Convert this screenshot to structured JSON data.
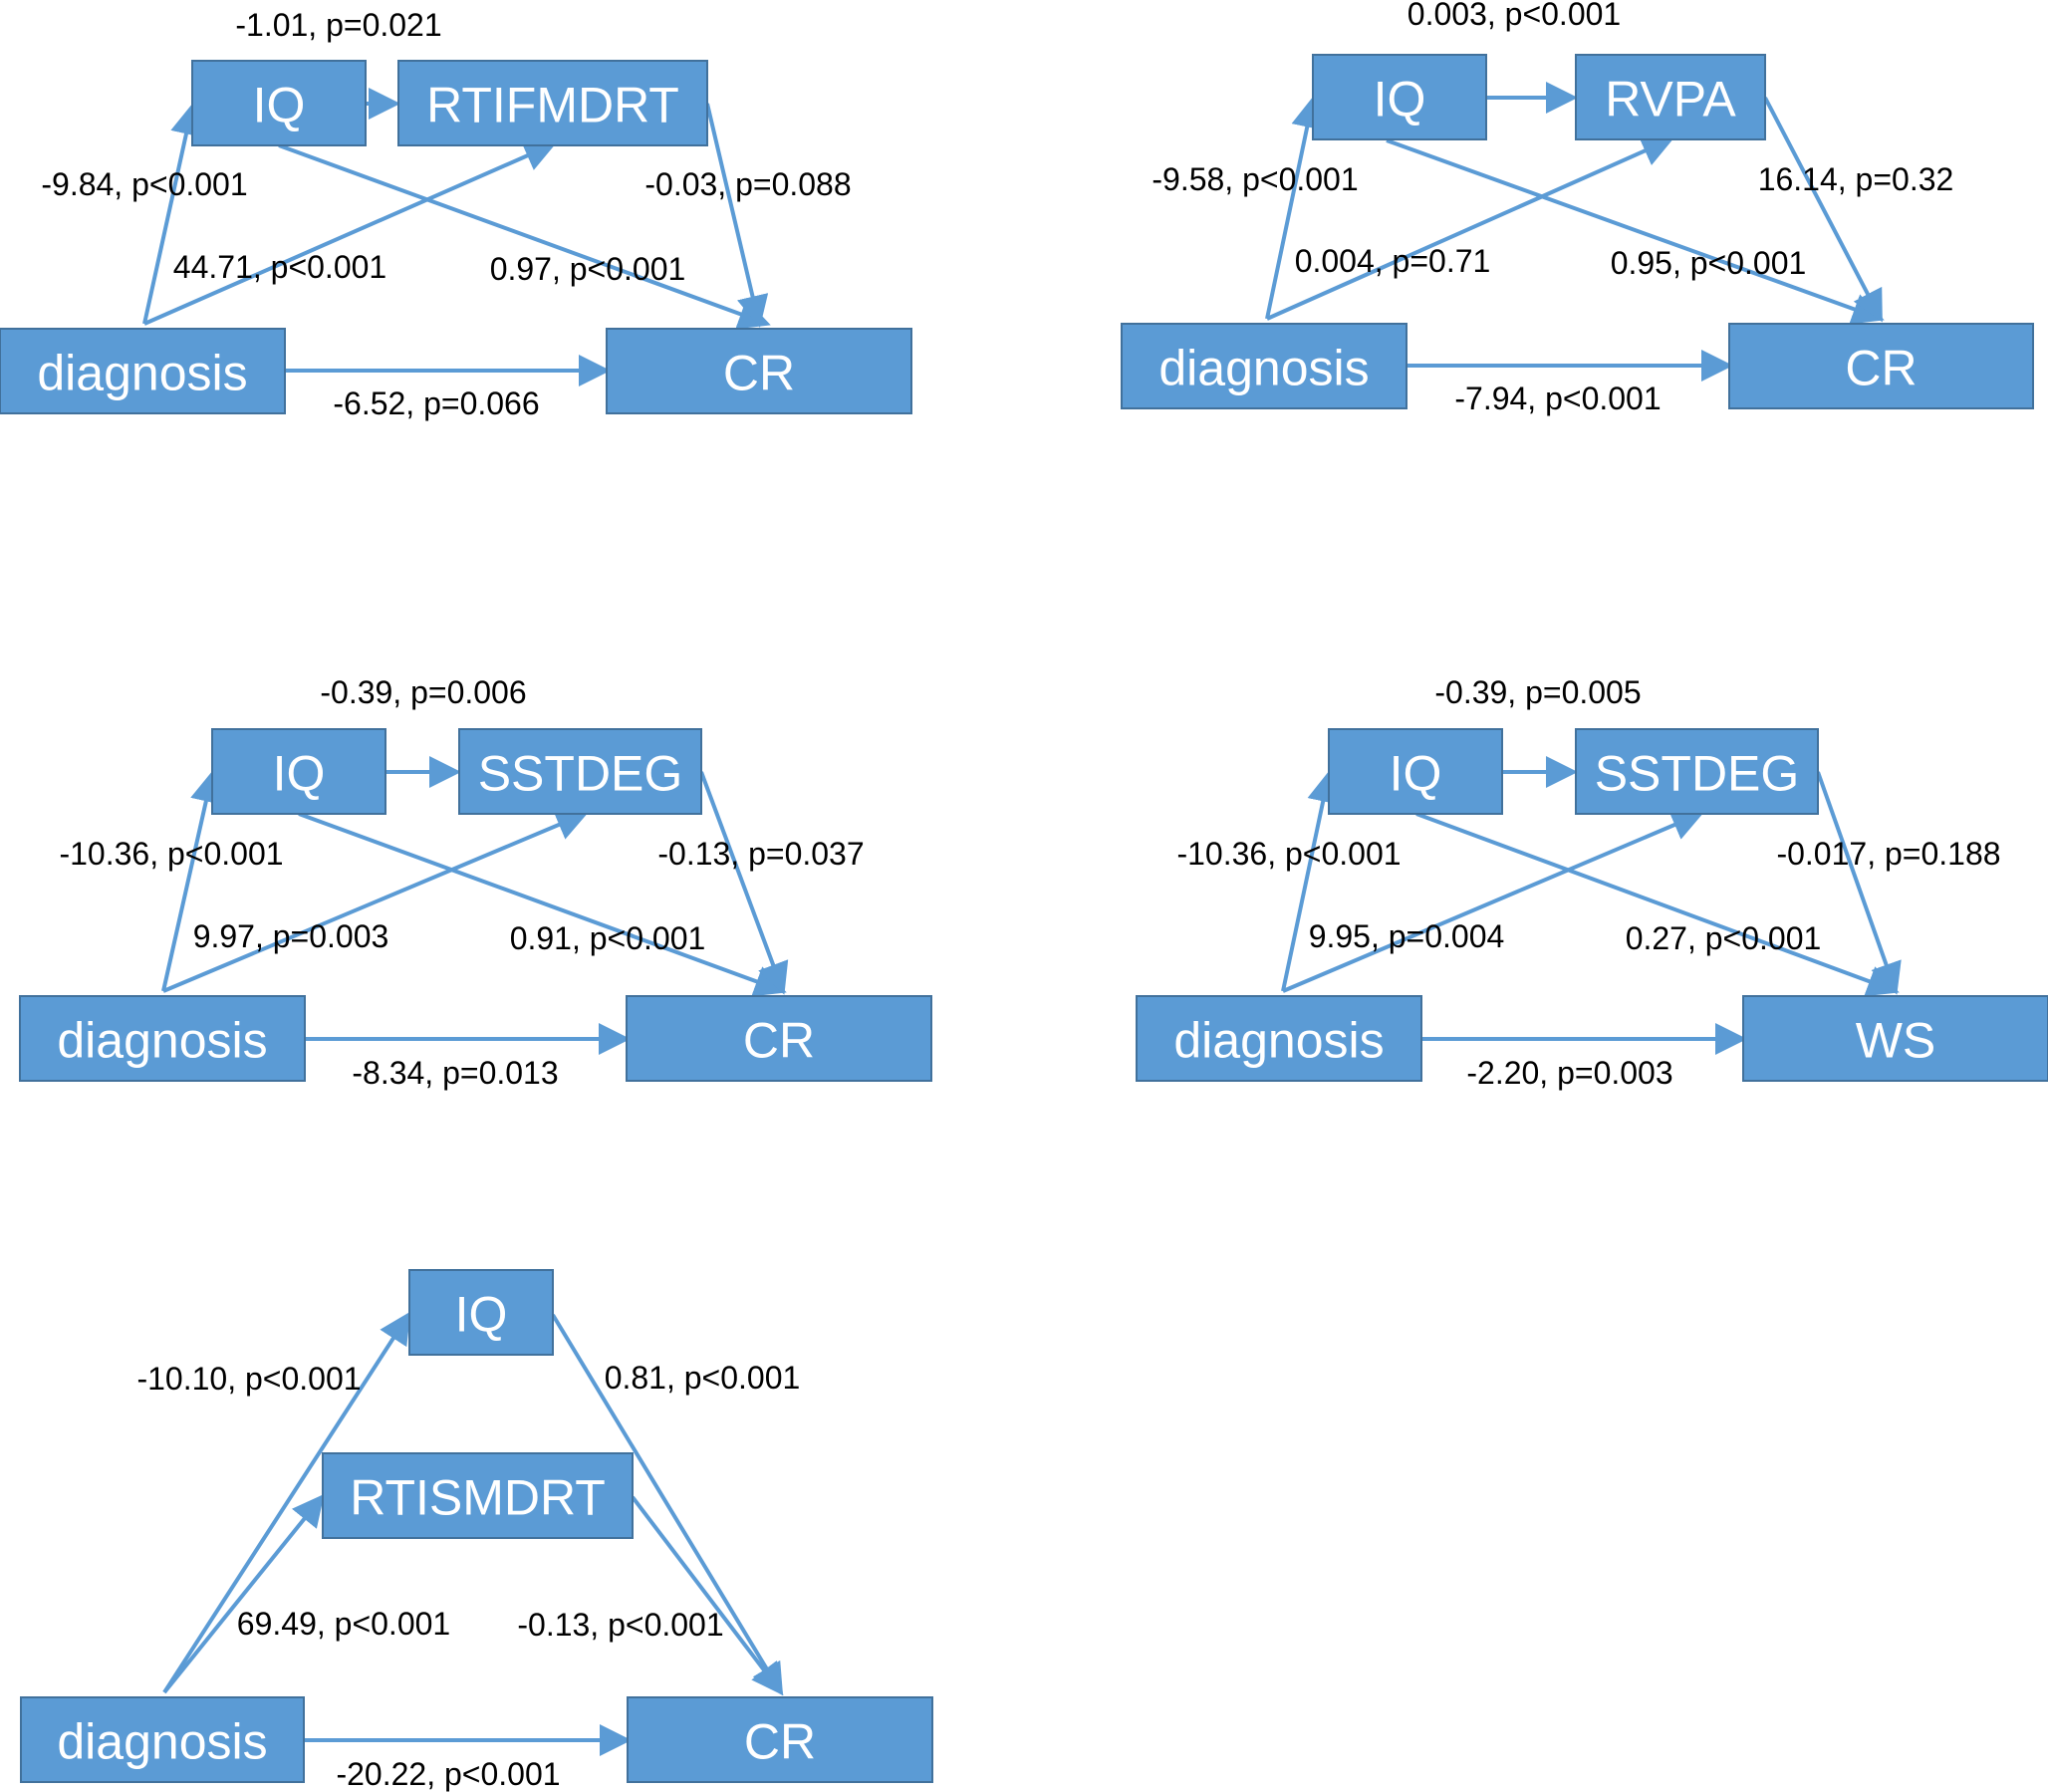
{
  "colors": {
    "node_fill": "#5b9bd5",
    "node_border": "#41719c",
    "arrow": "#5b9bd5",
    "label_text": "#000000",
    "node_text": "#ffffff"
  },
  "diagrams": [
    {
      "id": "d1",
      "nodes": [
        {
          "id": "IQ",
          "label": "IQ"
        },
        {
          "id": "M",
          "label": "RTIFMDRT"
        },
        {
          "id": "X",
          "label": "diagnosis"
        },
        {
          "id": "Y",
          "label": "CR"
        }
      ],
      "edges": [
        {
          "from": "IQ",
          "to": "M",
          "label": "-1.01, p=0.021"
        },
        {
          "from": "X",
          "to": "IQ",
          "label": "-9.84, p<0.001"
        },
        {
          "from": "X",
          "to": "M",
          "label": "44.71, p<0.001"
        },
        {
          "from": "IQ",
          "to": "Y",
          "label": "0.97, p<0.001"
        },
        {
          "from": "M",
          "to": "Y",
          "label": "-0.03, p=0.088"
        },
        {
          "from": "X",
          "to": "Y",
          "label": "-6.52, p=0.066"
        }
      ]
    },
    {
      "id": "d2",
      "nodes": [
        {
          "id": "IQ",
          "label": "IQ"
        },
        {
          "id": "M",
          "label": "RVPA"
        },
        {
          "id": "X",
          "label": "diagnosis"
        },
        {
          "id": "Y",
          "label": "CR"
        }
      ],
      "edges": [
        {
          "from": "IQ",
          "to": "M",
          "label": "0.003, p<0.001"
        },
        {
          "from": "X",
          "to": "IQ",
          "label": "-9.58, p<0.001"
        },
        {
          "from": "X",
          "to": "M",
          "label": "0.004, p=0.71"
        },
        {
          "from": "IQ",
          "to": "Y",
          "label": "0.95, p<0.001"
        },
        {
          "from": "M",
          "to": "Y",
          "label": "16.14, p=0.32"
        },
        {
          "from": "X",
          "to": "Y",
          "label": "-7.94, p<0.001"
        }
      ]
    },
    {
      "id": "d3",
      "nodes": [
        {
          "id": "IQ",
          "label": "IQ"
        },
        {
          "id": "M",
          "label": "SSTDEG"
        },
        {
          "id": "X",
          "label": "diagnosis"
        },
        {
          "id": "Y",
          "label": "CR"
        }
      ],
      "edges": [
        {
          "from": "IQ",
          "to": "M",
          "label": "-0.39, p=0.006"
        },
        {
          "from": "X",
          "to": "IQ",
          "label": "-10.36, p<0.001"
        },
        {
          "from": "X",
          "to": "M",
          "label": "9.97, p=0.003"
        },
        {
          "from": "IQ",
          "to": "Y",
          "label": "0.91, p<0.001"
        },
        {
          "from": "M",
          "to": "Y",
          "label": "-0.13, p=0.037"
        },
        {
          "from": "X",
          "to": "Y",
          "label": "-8.34, p=0.013"
        }
      ]
    },
    {
      "id": "d4",
      "nodes": [
        {
          "id": "IQ",
          "label": "IQ"
        },
        {
          "id": "M",
          "label": "SSTDEG"
        },
        {
          "id": "X",
          "label": "diagnosis"
        },
        {
          "id": "Y",
          "label": "WS"
        }
      ],
      "edges": [
        {
          "from": "IQ",
          "to": "M",
          "label": "-0.39, p=0.005"
        },
        {
          "from": "X",
          "to": "IQ",
          "label": "-10.36, p<0.001"
        },
        {
          "from": "X",
          "to": "M",
          "label": "9.95, p=0.004"
        },
        {
          "from": "IQ",
          "to": "Y",
          "label": "0.27, p<0.001"
        },
        {
          "from": "M",
          "to": "Y",
          "label": "-0.017, p=0.188"
        },
        {
          "from": "X",
          "to": "Y",
          "label": "-2.20, p=0.003"
        }
      ]
    },
    {
      "id": "d5",
      "nodes": [
        {
          "id": "IQ",
          "label": "IQ"
        },
        {
          "id": "M",
          "label": "RTISMDRT"
        },
        {
          "id": "X",
          "label": "diagnosis"
        },
        {
          "id": "Y",
          "label": "CR"
        }
      ],
      "edges": [
        {
          "from": "X",
          "to": "IQ",
          "label": "-10.10, p<0.001"
        },
        {
          "from": "IQ",
          "to": "Y",
          "label": "0.81, p<0.001"
        },
        {
          "from": "X",
          "to": "M",
          "label": "69.49, p<0.001"
        },
        {
          "from": "M",
          "to": "Y",
          "label": "-0.13, p<0.001"
        },
        {
          "from": "X",
          "to": "Y",
          "label": "-20.22, p<0.001"
        }
      ]
    }
  ]
}
